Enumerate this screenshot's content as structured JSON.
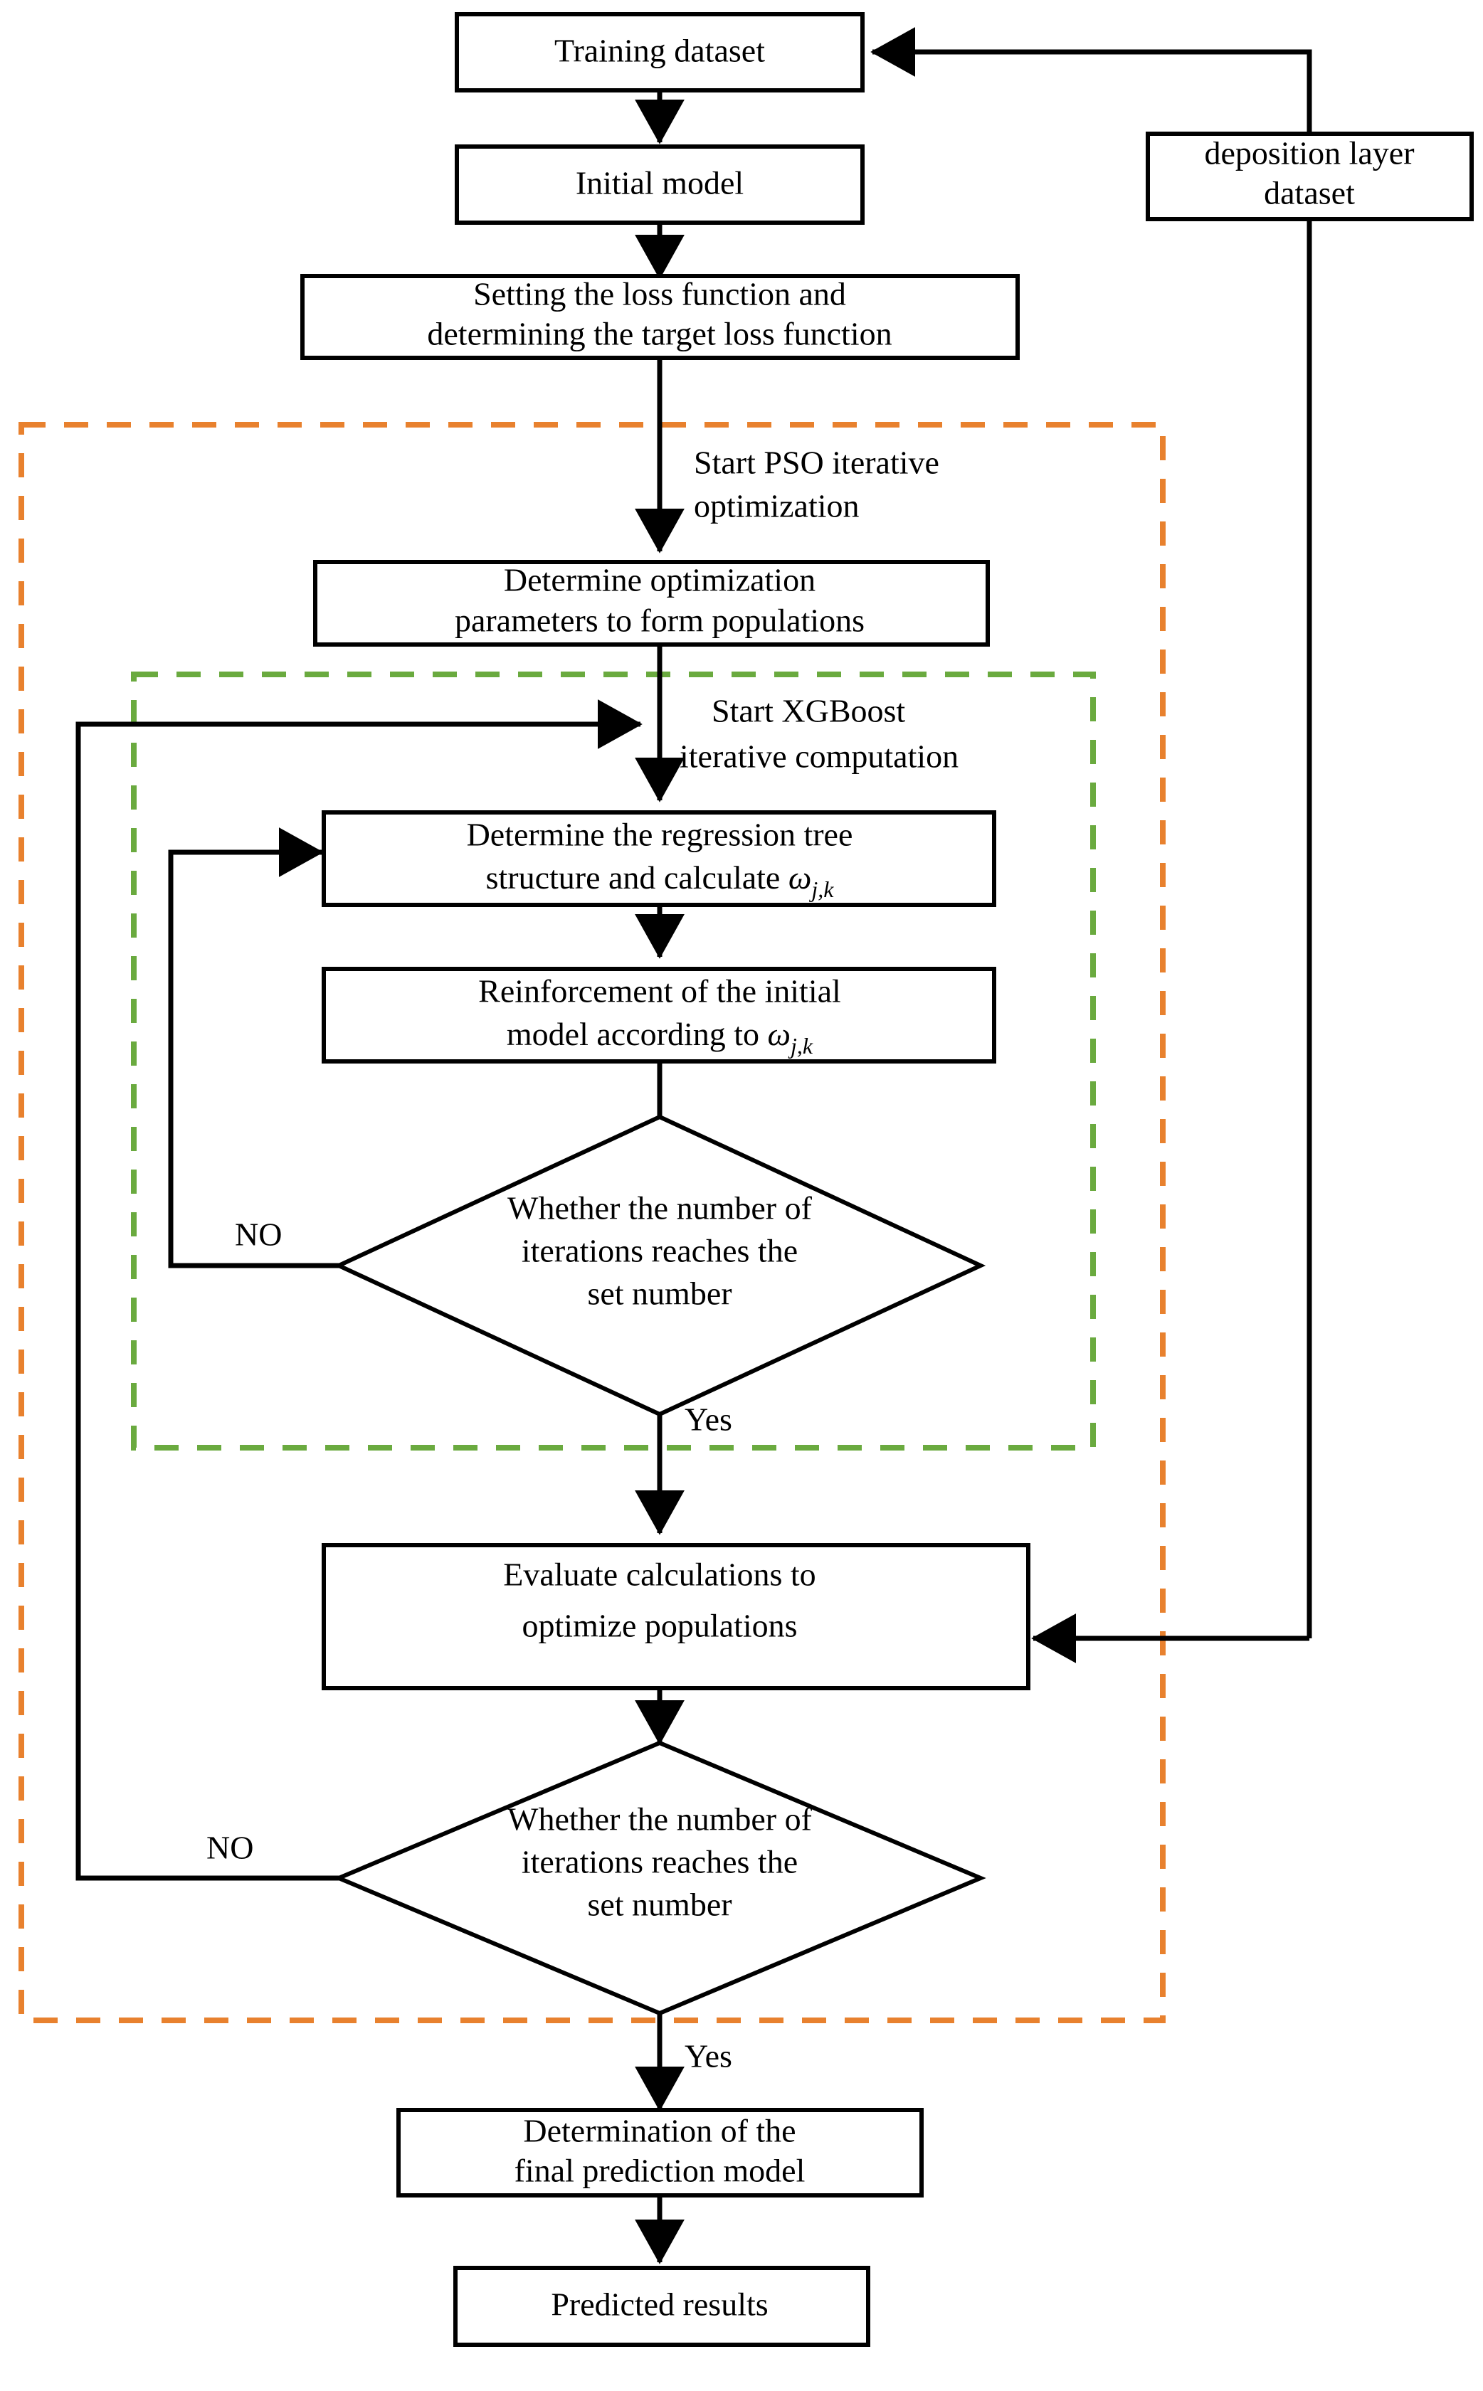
{
  "diagram": {
    "title": "PSO-XGBoost prediction model flowchart",
    "colors": {
      "pso_group": "#E8812E",
      "xgboost_group": "#6AAA3F",
      "stroke": "#000000",
      "fill": "#FFFFFF"
    },
    "nodes": [
      {
        "id": "training_dataset",
        "shape": "rect",
        "text": "Training dataset"
      },
      {
        "id": "initial_model",
        "shape": "rect",
        "text": "Initial model"
      },
      {
        "id": "loss_function",
        "shape": "rect",
        "line1": "Setting the loss function and",
        "line2": "determining the target loss function"
      },
      {
        "id": "deposition_layer_dataset",
        "shape": "rect",
        "line1": "deposition layer",
        "line2": "dataset"
      },
      {
        "id": "determine_parameters",
        "shape": "rect",
        "line1": "Determine optimization",
        "line2": "parameters to form populations"
      },
      {
        "id": "regression_tree",
        "shape": "rect",
        "line1": "Determine the regression tree",
        "line2_pre": "structure and calculate ",
        "omega": "ω",
        "omega_sub": "j,k"
      },
      {
        "id": "reinforcement",
        "shape": "rect",
        "line1": "Reinforcement of the initial",
        "line2_pre": "model according to ",
        "omega": "ω",
        "omega_sub": "j,k"
      },
      {
        "id": "decision_inner",
        "shape": "diamond",
        "line1": "Whether the number of",
        "line2": "iterations reaches the",
        "line3": "set number"
      },
      {
        "id": "evaluate",
        "shape": "rect",
        "line1": "Evaluate calculations to",
        "line2": "optimize populations"
      },
      {
        "id": "decision_outer",
        "shape": "diamond",
        "line1": "Whether the number of",
        "line2": "iterations reaches the",
        "line3": "set number"
      },
      {
        "id": "final_model",
        "shape": "rect",
        "line1": "Determination of the",
        "line2": "final prediction model"
      },
      {
        "id": "predicted_results",
        "shape": "rect",
        "text": "Predicted results"
      }
    ],
    "group_labels": {
      "pso": {
        "line1": "Start PSO iterative",
        "line2": "optimization"
      },
      "xgboost": {
        "line1": "Start XGBoost",
        "line2": "iterative computation"
      }
    },
    "edge_labels": {
      "inner_no": "NO",
      "inner_yes": "Yes",
      "outer_no": "NO",
      "outer_yes": "Yes"
    }
  }
}
